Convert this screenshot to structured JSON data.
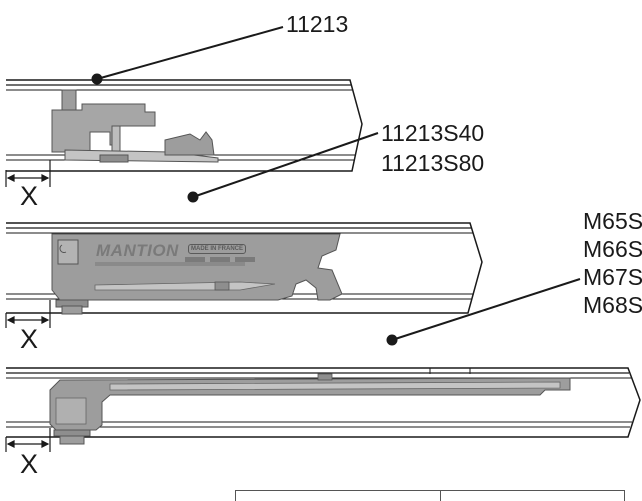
{
  "labels": {
    "top_code": "11213",
    "mid_codes": [
      "11213S40",
      "11213S80"
    ],
    "bottom_codes": [
      "M65S",
      "M66S",
      "M67S",
      "M68S"
    ],
    "dimension": "X"
  },
  "logo": {
    "brand": "MANTION",
    "made_in": "MADE IN FRANCE"
  },
  "colors": {
    "line": "#1a1a1a",
    "part_fill": "#9d9d9d",
    "part_dark": "#6f6f6f",
    "part_light": "#c4c4c4",
    "rail_fill": "#ffffff"
  }
}
